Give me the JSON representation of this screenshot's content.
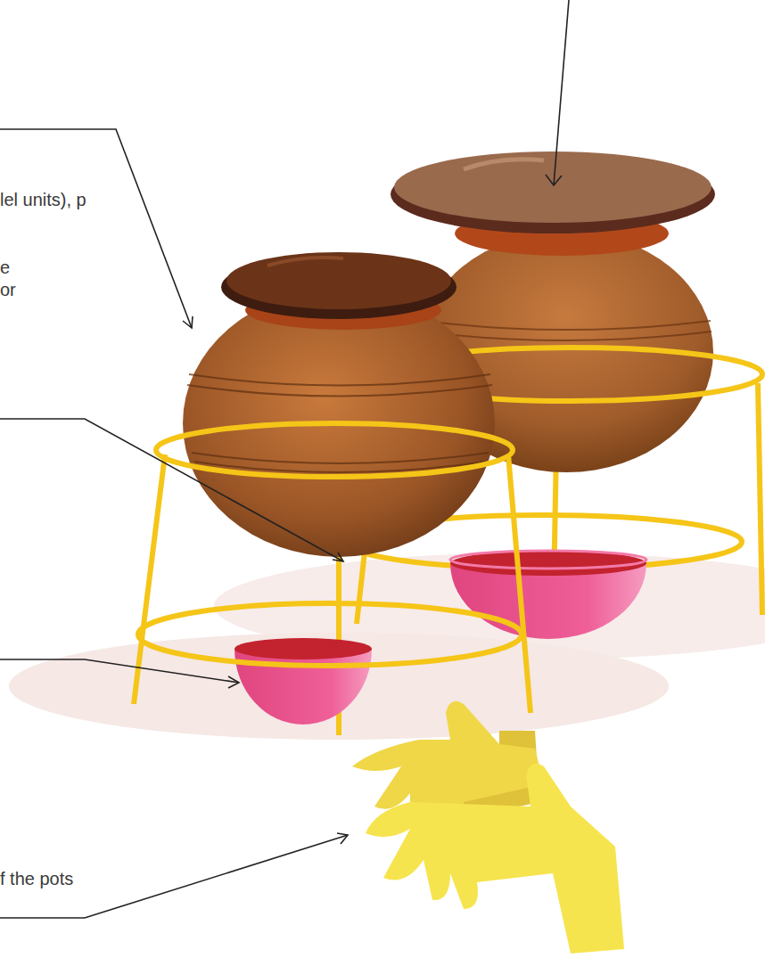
{
  "diagram": {
    "labels": [
      "lel units), p",
      "e or",
      "f the pots"
    ]
  }
}
